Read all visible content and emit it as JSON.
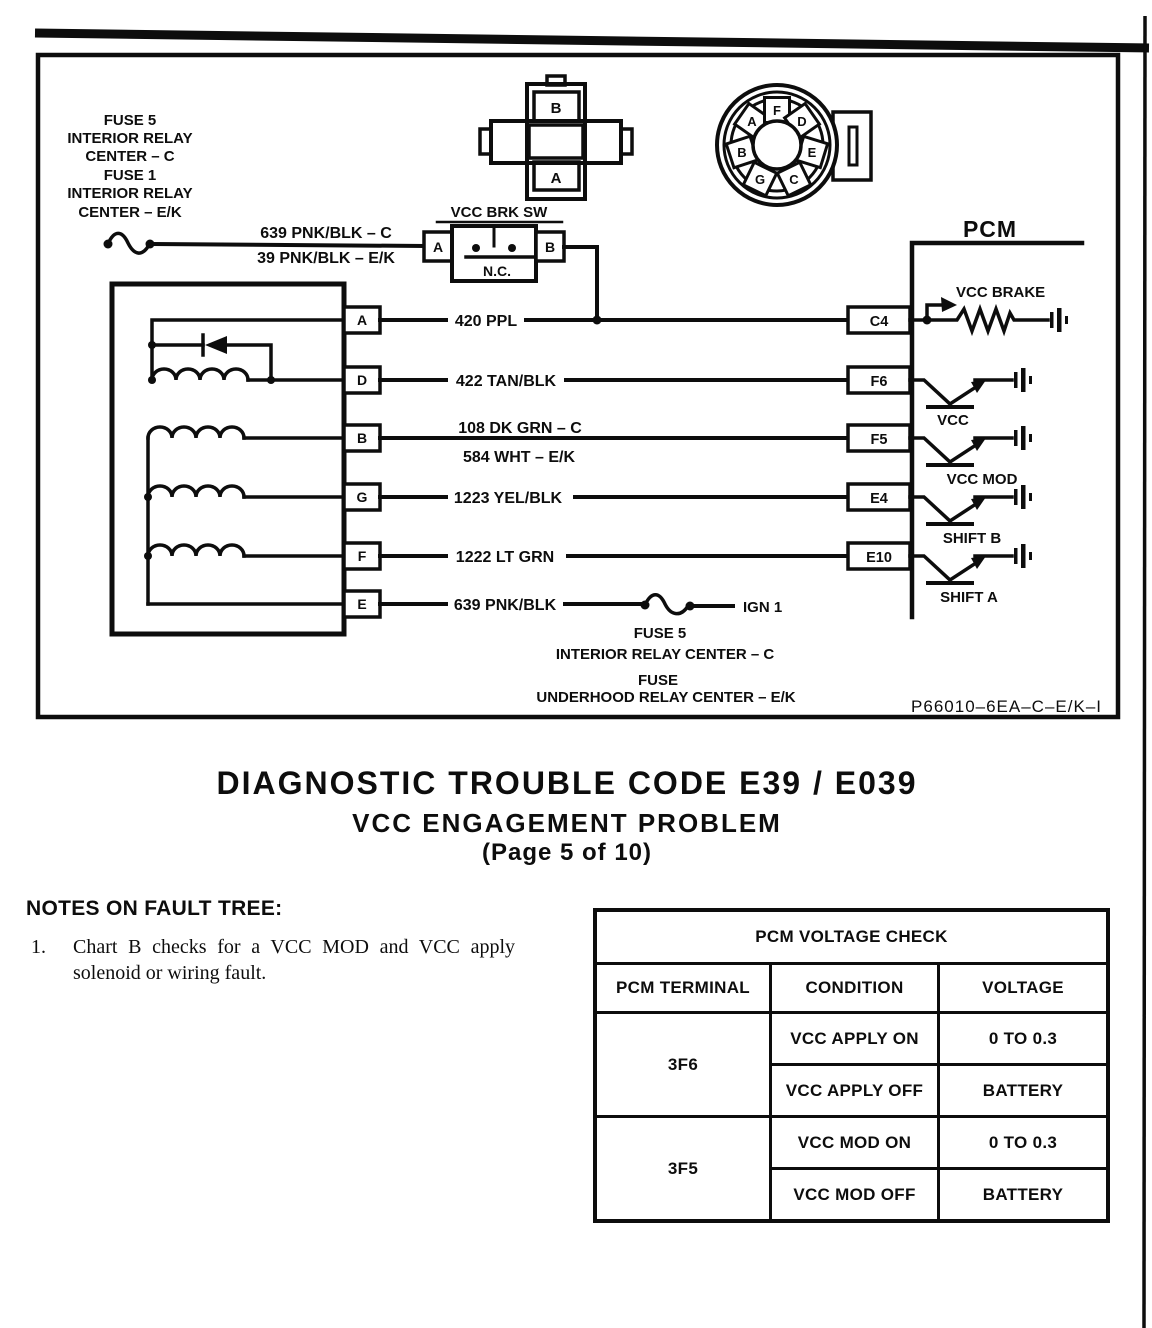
{
  "diagram": {
    "source_labels": {
      "l1": "FUSE 5",
      "l2": "INTERIOR RELAY",
      "l3": "CENTER – C",
      "l4": "FUSE 1",
      "l5": "INTERIOR RELAY",
      "l6": "CENTER – E/K"
    },
    "feed_wire": {
      "top_label": "639 PNK/BLK – C",
      "bottom_label": "39 PNK/BLK – E/K"
    },
    "brake_switch": {
      "title": "VCC BRK SW",
      "pin_left": "A",
      "pin_right": "B",
      "contact": "N.C."
    },
    "cross_connector": {
      "top_cavity": "B",
      "bottom_cavity": "A"
    },
    "round_connector": {
      "pins": [
        "A",
        "F",
        "D",
        "B",
        "E",
        "G",
        "C"
      ]
    },
    "solenoid_terminals": [
      "A",
      "D",
      "B",
      "G",
      "F",
      "E"
    ],
    "pcm": {
      "label": "PCM",
      "pins": [
        "C4",
        "F6",
        "F5",
        "E4",
        "E10"
      ],
      "signals": [
        "VCC BRAKE",
        "VCC",
        "VCC MOD",
        "SHIFT B",
        "SHIFT A"
      ]
    },
    "wires": [
      {
        "label": "420 PPL"
      },
      {
        "label": "422 TAN/BLK"
      },
      {
        "label": "108 DK GRN – C",
        "label2": "584 WHT – E/K"
      },
      {
        "label": "1223 YEL/BLK"
      },
      {
        "label": "1222 LT GRN"
      },
      {
        "label": "639 PNK/BLK",
        "ign": "IGN 1"
      }
    ],
    "ign_fuse": {
      "l1": "FUSE 5",
      "l2": "INTERIOR RELAY CENTER – C",
      "l3": "FUSE",
      "l4": "UNDERHOOD RELAY CENTER – E/K"
    },
    "part_number": "P66010–6EA–C–E/K–I"
  },
  "title": {
    "line1": "DIAGNOSTIC TROUBLE CODE E39 / E039",
    "line2": "VCC ENGAGEMENT PROBLEM",
    "line3": "(Page 5 of 10)"
  },
  "notes": {
    "heading": "NOTES ON FAULT TREE:",
    "items": [
      {
        "number": "1.",
        "text": "Chart B checks for a VCC MOD and VCC apply solenoid or wiring fault."
      }
    ]
  },
  "voltage_table": {
    "title": "PCM VOLTAGE CHECK",
    "headers": [
      "PCM TERMINAL",
      "CONDITION",
      "VOLTAGE"
    ],
    "groups": [
      {
        "terminal": "3F6",
        "rows": [
          {
            "condition": "VCC APPLY ON",
            "voltage": "0 TO 0.3"
          },
          {
            "condition": "VCC APPLY OFF",
            "voltage": "BATTERY"
          }
        ]
      },
      {
        "terminal": "3F5",
        "rows": [
          {
            "condition": "VCC MOD ON",
            "voltage": "0 TO 0.3"
          },
          {
            "condition": "VCC MOD OFF",
            "voltage": "BATTERY"
          }
        ]
      }
    ]
  }
}
